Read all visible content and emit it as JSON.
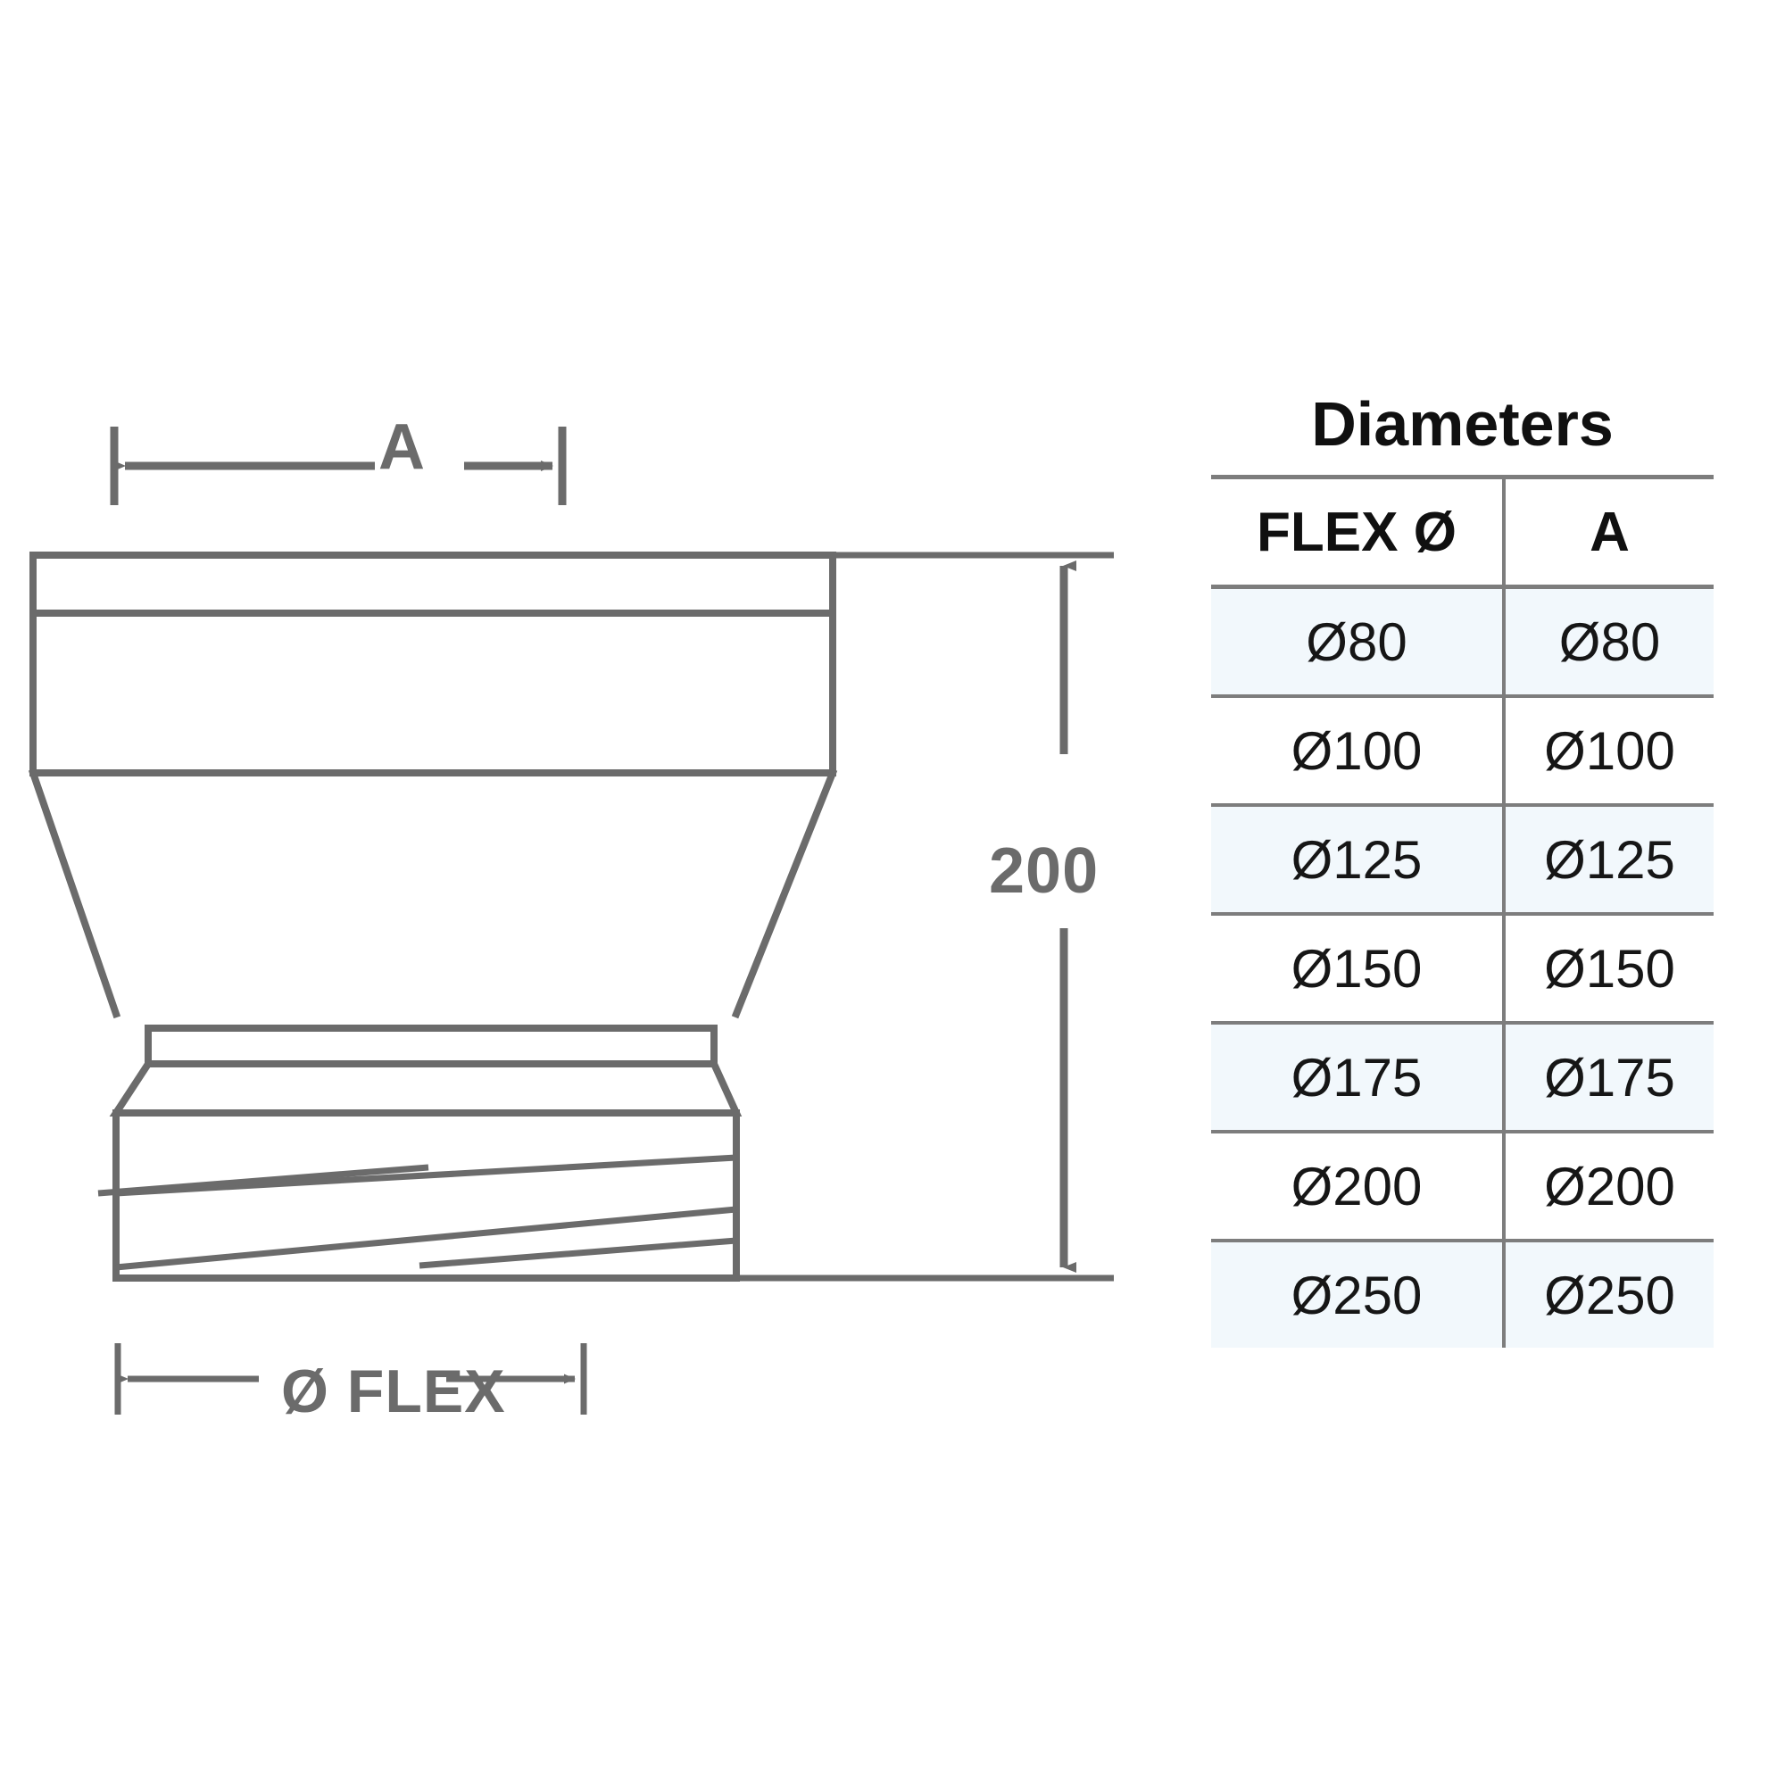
{
  "drawing": {
    "dimensions": {
      "width_label": "A",
      "height_label": "200",
      "flex_label": "Ø FLEX"
    },
    "line_color": "#6b6b6b",
    "component": "duct reducer with flexible hose connection"
  },
  "table": {
    "title": "Diameters",
    "columns": [
      {
        "header": "FLEX Ø"
      },
      {
        "header": "A"
      }
    ],
    "rows": [
      {
        "flex": "Ø80",
        "a": "Ø80"
      },
      {
        "flex": "Ø100",
        "a": "Ø100"
      },
      {
        "flex": "Ø125",
        "a": "Ø125"
      },
      {
        "flex": "Ø150",
        "a": "Ø150"
      },
      {
        "flex": "Ø175",
        "a": "Ø175"
      },
      {
        "flex": "Ø200",
        "a": "Ø200"
      },
      {
        "flex": "Ø250",
        "a": "Ø250"
      }
    ],
    "alt_row_color": "#f2f8fc",
    "border_color": "#7d7d7d"
  },
  "chart_data": {
    "type": "table",
    "title": "Diameters",
    "categories": [
      "FLEX Ø",
      "A"
    ],
    "series": [
      {
        "name": "FLEX Ø",
        "values": [
          80,
          100,
          125,
          150,
          175,
          200,
          250
        ]
      },
      {
        "name": "A",
        "values": [
          80,
          100,
          125,
          150,
          175,
          200,
          250
        ]
      }
    ],
    "annotations": [
      "A",
      "200",
      "Ø FLEX"
    ],
    "xlabel": "",
    "ylabel": ""
  }
}
